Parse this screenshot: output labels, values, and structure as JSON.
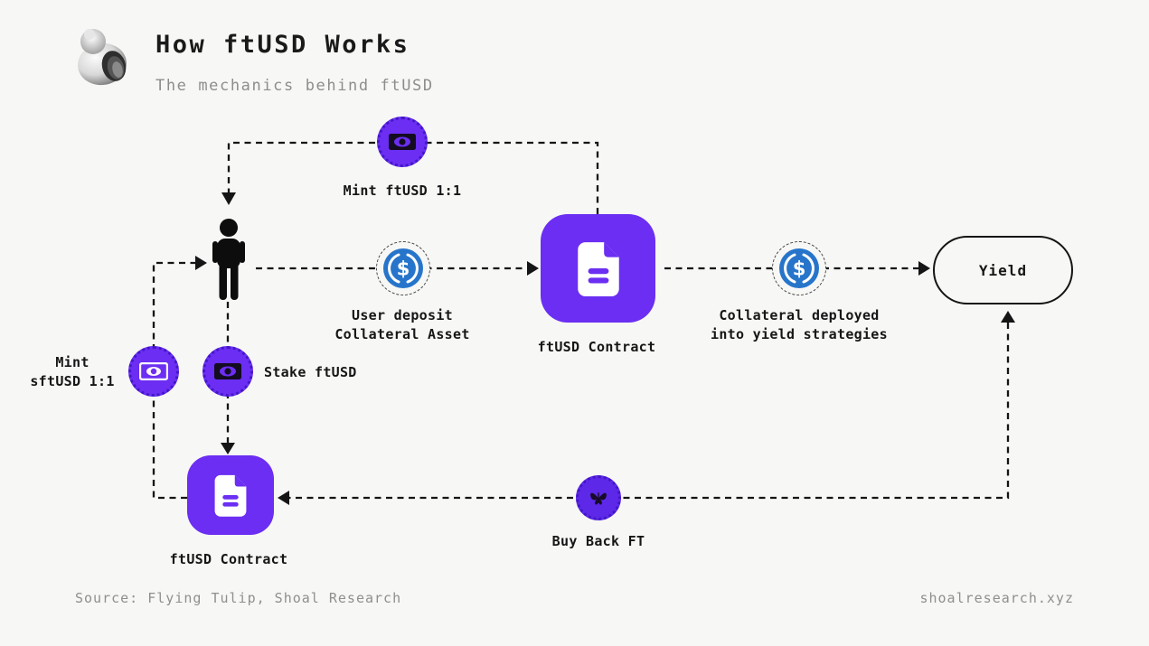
{
  "header": {
    "title": "How ftUSD Works",
    "subtitle": "The mechanics behind ftUSD",
    "logo": "shell-logo"
  },
  "nodes": {
    "mint_ftusd": {
      "label": "Mint ftUSD 1:1",
      "icon": "banknote-icon"
    },
    "user": {
      "icon": "person-icon"
    },
    "user_deposit": {
      "label_line1": "User deposit",
      "label_line2": "Collateral Asset",
      "icon": "usdc-coin-icon"
    },
    "ftusd_contract_top": {
      "label": "ftUSD Contract",
      "icon": "document-icon"
    },
    "collateral_deployed": {
      "label_line1": "Collateral deployed",
      "label_line2": "into yield strategies",
      "icon": "usdc-coin-icon"
    },
    "yield": {
      "label": "Yield"
    },
    "mint_sftusd": {
      "label_line1": "Mint",
      "label_line2": "sftUSD 1:1",
      "icon": "banknote-light-icon"
    },
    "stake": {
      "label": "Stake ftUSD",
      "icon": "banknote-icon"
    },
    "ftusd_contract_bottom": {
      "label": "ftUSD Contract",
      "icon": "document-icon"
    },
    "buy_back": {
      "label": "Buy Back FT",
      "icon": "butterfly-icon"
    }
  },
  "footer": {
    "source": "Source: Flying Tulip, Shoal Research",
    "site": "shoalresearch.xyz"
  },
  "colors": {
    "background": "#f7f7f5",
    "purple": "#6b2ef2",
    "purple_dark": "#4316c9",
    "usdc_blue": "#2775ca",
    "line": "#151515",
    "muted": "#8f8f8f"
  }
}
